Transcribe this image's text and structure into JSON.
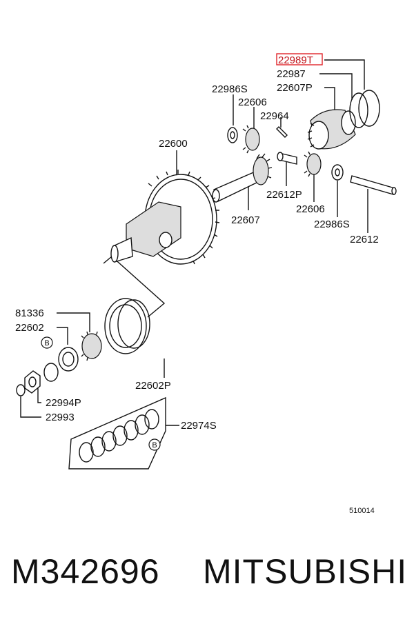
{
  "callouts": {
    "c22989T": "22989T",
    "c22987": "22987",
    "c22607P": "22607P",
    "c22986S_top": "22986S",
    "c22606_top": "22606",
    "c22964": "22964",
    "c22600": "22600",
    "c22612P": "22612P",
    "c22607": "22607",
    "c22606_bottom": "22606",
    "c22986S_bottom": "22986S",
    "c22612": "22612",
    "c81336": "81336",
    "c22602": "22602",
    "c22602P": "22602P",
    "c22994P": "22994P",
    "c22993": "22993",
    "c22974S": "22974S"
  },
  "badges": {
    "b1": "B",
    "b2": "B"
  },
  "highlight_color": "#e0262c",
  "diagram_ref": "510014",
  "footer": {
    "part_number": "M342696",
    "brand": "MITSUBISHI"
  }
}
